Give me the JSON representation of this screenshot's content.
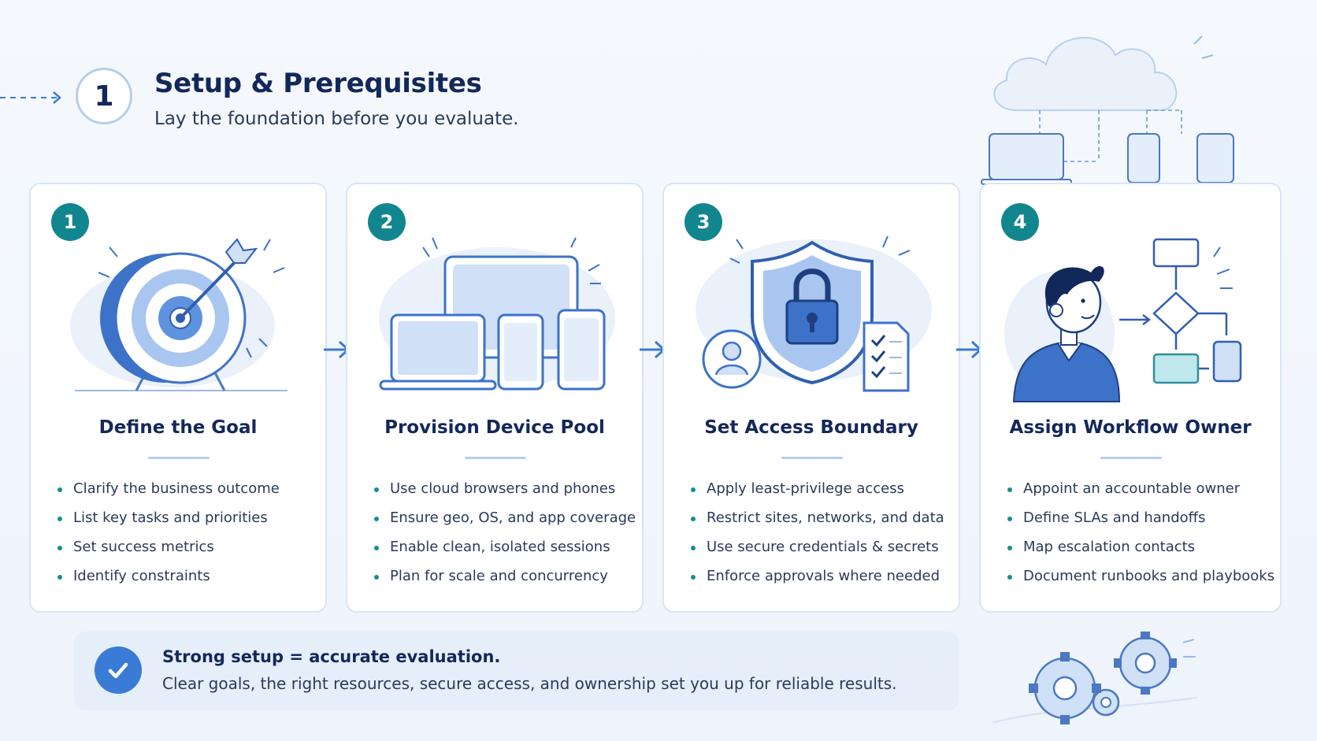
{
  "header": {
    "step_number": "1",
    "title": "Setup & Prerequisites",
    "subtitle": "Lay the foundation before you evaluate."
  },
  "cards": [
    {
      "number": "1",
      "title": "Define the Goal",
      "icon": "target-icon",
      "bullets": [
        "Clarify the business outcome",
        "List key tasks and priorities",
        "Set success metrics",
        "Identify constraints"
      ]
    },
    {
      "number": "2",
      "title": "Provision Device Pool",
      "icon": "devices-icon",
      "bullets": [
        "Use cloud browsers and phones",
        "Ensure geo, OS, and app coverage",
        "Enable clean, isolated sessions",
        "Plan for scale and concurrency"
      ]
    },
    {
      "number": "3",
      "title": "Set Access Boundary",
      "icon": "shield-lock-icon",
      "bullets": [
        "Apply least-privilege access",
        "Restrict sites, networks, and data",
        "Use secure credentials & secrets",
        "Enforce approvals where needed"
      ]
    },
    {
      "number": "4",
      "title": "Assign Workflow Owner",
      "icon": "owner-flowchart-icon",
      "bullets": [
        "Appoint an accountable owner",
        "Define SLAs and handoffs",
        "Map escalation contacts",
        "Document runbooks and playbooks"
      ]
    }
  ],
  "banner": {
    "title": "Strong setup = accurate evaluation.",
    "text": "Clear goals, the right resources, secure access, and ownership set you up for reliable results.",
    "icon": "check-circle-icon"
  },
  "decorations": [
    "cloud-devices-icon",
    "gears-icon",
    "arrow-right-icon"
  ],
  "colors": {
    "accent": "#3a7bd5",
    "badge": "#12868f",
    "title": "#13285a",
    "light_blue": "#cfe0f7"
  }
}
